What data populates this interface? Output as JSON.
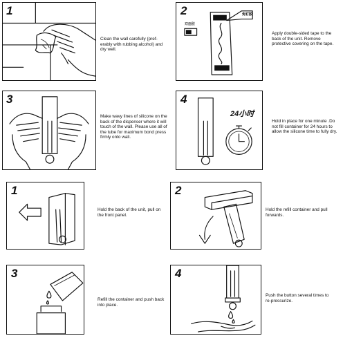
{
  "steps_top": [
    {
      "number": "1",
      "caption": "Clean the wall carefully (pref- erably with rubbing alcohol) and dry well."
    },
    {
      "number": "2",
      "caption": "Apply double-sided tape to the back of the unit. Remove protective covering on the tape."
    },
    {
      "number": "3",
      "caption": "Make wavy lines of silicone on the back of the dispenser where it will touch of the wall. Please use all of the tube for maximum bond press firmly onto wall."
    },
    {
      "number": "4",
      "caption": "Hold in place for one minute .Do not fill container for 24 hours to allow the silicone time to fully dry."
    }
  ],
  "steps_bottom": [
    {
      "number": "1",
      "caption": "Hold the back of the unit, pull on the front panel."
    },
    {
      "number": "2",
      "caption": "Hold the refill container and pull forwards."
    },
    {
      "number": "3",
      "caption": "Refill the container and push back into place."
    },
    {
      "number": "4",
      "caption": "Push the button several times to re-pressurize."
    }
  ],
  "step2_labels": {
    "tape": "双面胶",
    "silicone": "免钉胶"
  },
  "step4_timer": "24小时"
}
